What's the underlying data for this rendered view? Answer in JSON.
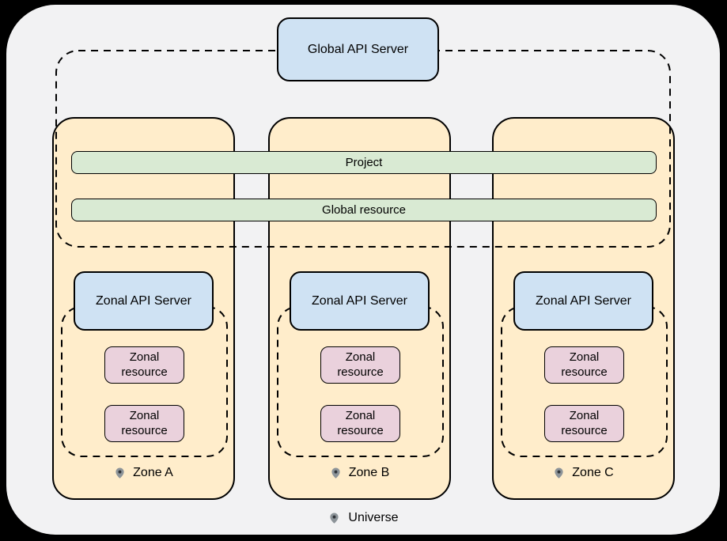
{
  "diagram": {
    "global_api_server_label": "Global API Server",
    "shared_bars": {
      "project": "Project",
      "global_resource": "Global resource"
    },
    "zones": [
      {
        "label": "Zone A",
        "api_server_label": "Zonal API Server",
        "resources": [
          "Zonal resource",
          "Zonal resource"
        ]
      },
      {
        "label": "Zone B",
        "api_server_label": "Zonal API Server",
        "resources": [
          "Zonal resource",
          "Zonal resource"
        ]
      },
      {
        "label": "Zone C",
        "api_server_label": "Zonal API Server",
        "resources": [
          "Zonal resource",
          "Zonal resource"
        ]
      }
    ],
    "universe_label": "Universe",
    "icons": {
      "zone_marker": "location-pin-icon",
      "universe_marker": "location-pin-icon"
    }
  },
  "colors": {
    "background": "#000000",
    "surface": "#f2f2f3",
    "zone_fill": "#ffedcb",
    "api_fill": "#cfe2f3",
    "resource_fill": "#ead1dc",
    "bar_fill": "#d9ead3",
    "border": "#000000",
    "pin_fill": "#8d9499",
    "pin_dot": "#2f3338"
  }
}
